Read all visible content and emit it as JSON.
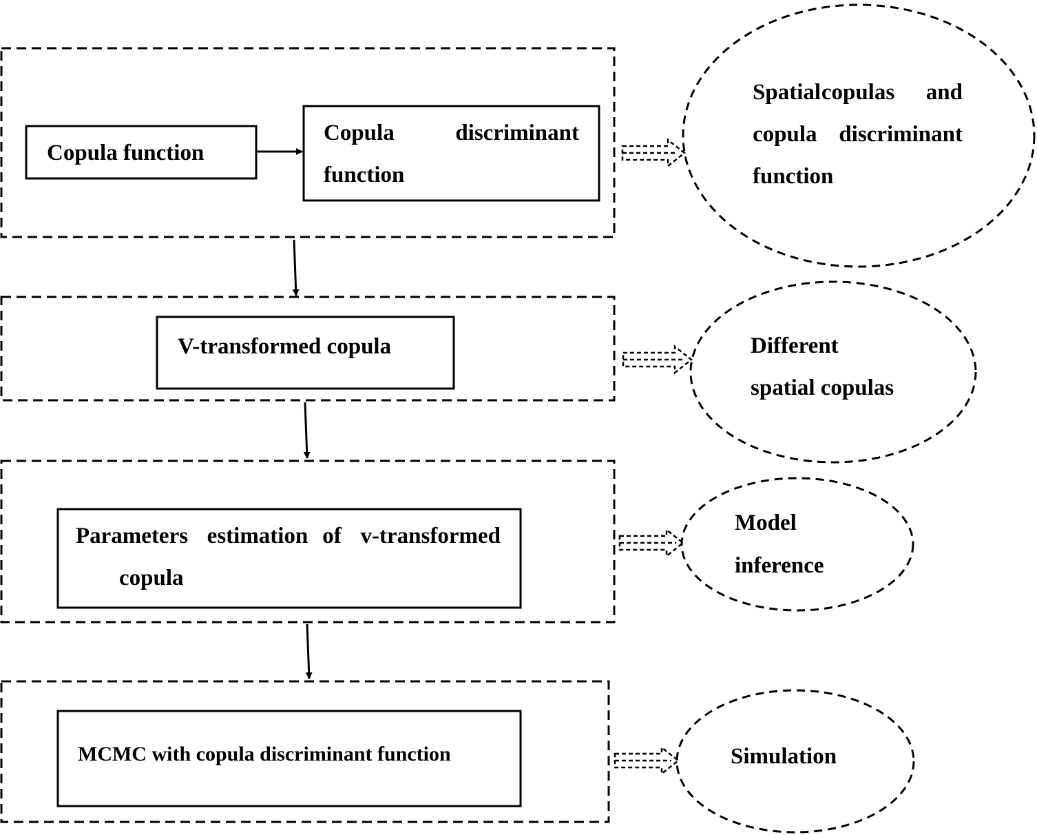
{
  "colors": {
    "stroke": "#000000",
    "background": "#ffffff",
    "text": "#000000"
  },
  "steps": [
    {
      "boxes": [
        {
          "lines": [
            "Copula function"
          ]
        },
        {
          "lines": [
            [
              "Copula",
              "discriminant"
            ],
            "function"
          ]
        }
      ],
      "outcome": {
        "lines": [
          [
            "Spatial",
            "copulas",
            "and"
          ],
          [
            "copula",
            "discriminant"
          ],
          "function"
        ]
      }
    },
    {
      "boxes": [
        {
          "lines": [
            "V-transformed copula"
          ]
        }
      ],
      "outcome": {
        "lines": [
          "Different",
          "spatial copulas"
        ]
      }
    },
    {
      "boxes": [
        {
          "lines": [
            [
              "Parameters",
              "estimation",
              "of",
              "v-transformed"
            ],
            "copula"
          ]
        }
      ],
      "outcome": {
        "lines": [
          "Model",
          "inference"
        ]
      }
    },
    {
      "boxes": [
        {
          "lines": [
            "MCMC with copula discriminant function"
          ]
        }
      ],
      "outcome": {
        "lines": [
          "Simulation"
        ]
      }
    }
  ]
}
